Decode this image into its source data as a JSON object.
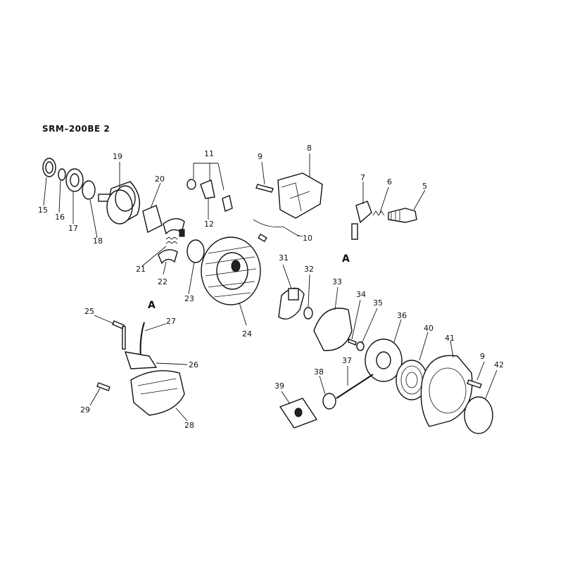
{
  "title": "SRM–200BE   2",
  "callouts": [
    {
      "n": "15"
    },
    {
      "n": "16"
    },
    {
      "n": "17"
    },
    {
      "n": "18"
    },
    {
      "n": "19"
    },
    {
      "n": "20"
    },
    {
      "n": "21"
    },
    {
      "n": "22"
    },
    {
      "n": "23"
    },
    {
      "n": "24"
    },
    {
      "n": "11"
    },
    {
      "n": "12"
    },
    {
      "n": "9"
    },
    {
      "n": "8"
    },
    {
      "n": "10"
    },
    {
      "n": "7"
    },
    {
      "n": "6"
    },
    {
      "n": "5"
    },
    {
      "n": "A"
    },
    {
      "n": "31"
    },
    {
      "n": "32"
    },
    {
      "n": "33"
    },
    {
      "n": "34"
    },
    {
      "n": "35"
    },
    {
      "n": "36"
    },
    {
      "n": "40"
    },
    {
      "n": "41"
    },
    {
      "n": "9"
    },
    {
      "n": "42"
    },
    {
      "n": "25"
    },
    {
      "n": "A"
    },
    {
      "n": "27"
    },
    {
      "n": "26"
    },
    {
      "n": "29"
    },
    {
      "n": "28"
    },
    {
      "n": "37"
    },
    {
      "n": "38"
    },
    {
      "n": "39"
    }
  ]
}
